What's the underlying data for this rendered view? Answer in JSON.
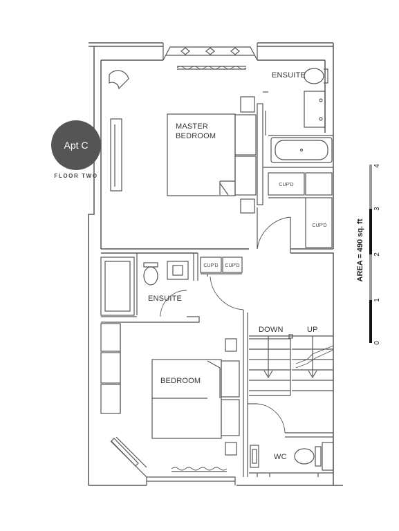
{
  "badge": {
    "label": "Apt C",
    "floor": "FLOOR TWO",
    "color": "#555555"
  },
  "rooms": {
    "ensuite_top": "ENSUITE",
    "master_line1": "MASTER",
    "master_line2": "BEDROOM",
    "ensuite_mid": "ENSUITE",
    "bedroom": "BEDROOM",
    "wc": "WC",
    "down": "DOWN",
    "up": "UP"
  },
  "cupboards": [
    "CUP'D",
    "CUP'D",
    "CUP'D",
    "CUP'D"
  ],
  "scale": {
    "ticks": [
      "0",
      "1",
      "2",
      "3",
      "4"
    ],
    "area": "AREA = 490 sq. ft"
  },
  "colors": {
    "wall": "#555555",
    "scale_dark": "#111111",
    "scale_light": "#999999"
  }
}
